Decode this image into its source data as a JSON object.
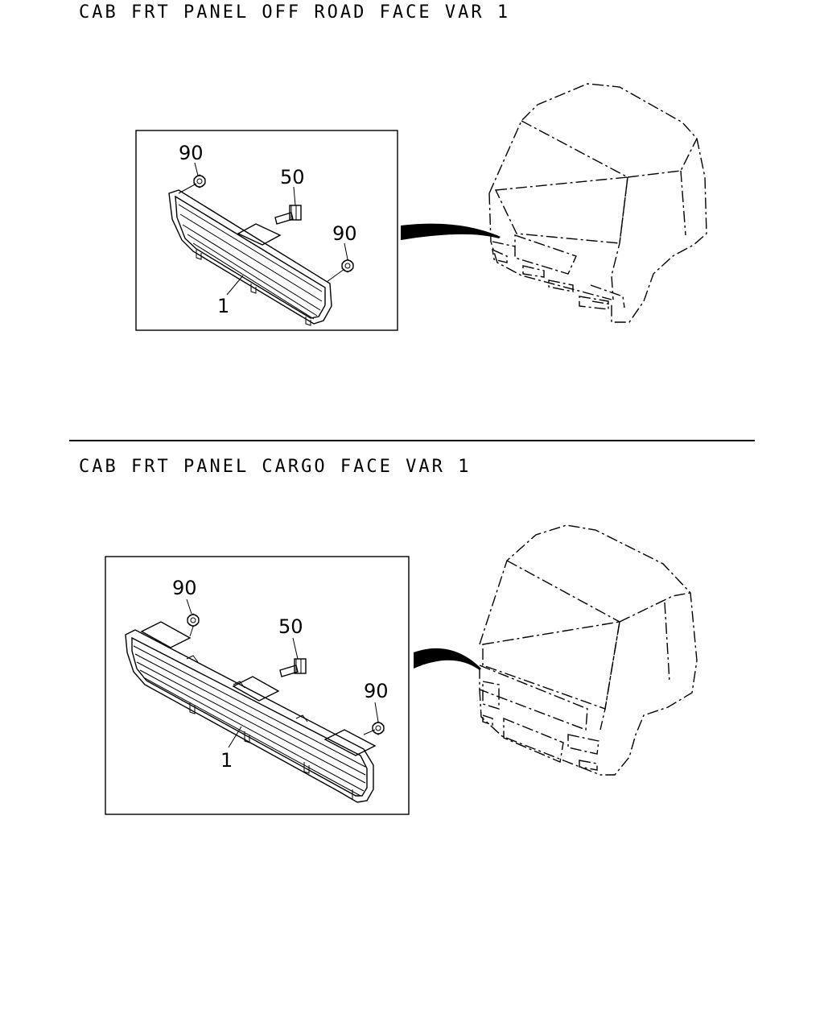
{
  "sections": [
    {
      "title": "CAB FRT PANEL OFF ROAD FACE VAR 1",
      "callouts": [
        "90",
        "50",
        "90",
        "1"
      ]
    },
    {
      "title": "CAB FRT PANEL CARGO FACE VAR 1",
      "callouts": [
        "90",
        "50",
        "90",
        "1"
      ]
    }
  ]
}
